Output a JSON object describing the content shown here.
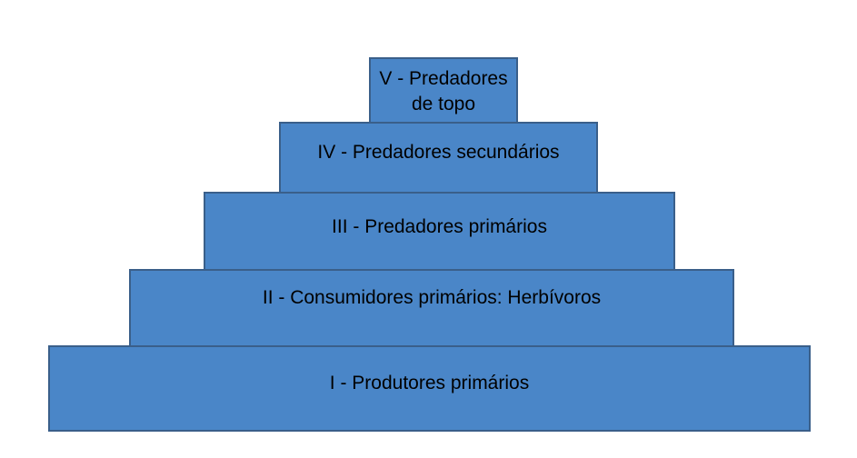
{
  "levels": [
    {
      "label": "V - Predadores de topo"
    },
    {
      "label": "IV - Predadores secundários"
    },
    {
      "label": "III - Predadores primários"
    },
    {
      "label": "II - Consumidores primários: Herbívoros"
    },
    {
      "label": "I - Produtores primários"
    }
  ],
  "colors": {
    "fill": "#4a86c8",
    "border": "#3a5f8a"
  }
}
